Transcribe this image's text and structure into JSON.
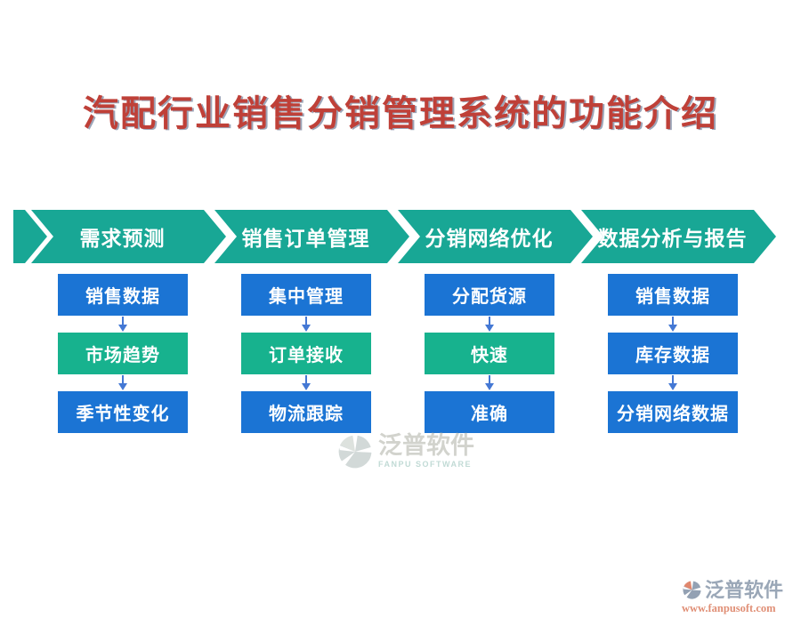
{
  "title": "汽配行业销售分销管理系统的功能介绍",
  "columns": [
    {
      "header": "需求预测",
      "steps": [
        {
          "label": "销售数据",
          "color": "blue"
        },
        {
          "label": "市场趋势",
          "color": "teal"
        },
        {
          "label": "季节性变化",
          "color": "blue"
        }
      ]
    },
    {
      "header": "销售订单管理",
      "steps": [
        {
          "label": "集中管理",
          "color": "blue"
        },
        {
          "label": "订单接收",
          "color": "teal"
        },
        {
          "label": "物流跟踪",
          "color": "blue"
        }
      ]
    },
    {
      "header": "分销网络优化",
      "steps": [
        {
          "label": "分配货源",
          "color": "blue"
        },
        {
          "label": "快速",
          "color": "teal"
        },
        {
          "label": "准确",
          "color": "blue"
        }
      ]
    },
    {
      "header": "数据分析与报告",
      "steps": [
        {
          "label": "销售数据",
          "color": "blue"
        },
        {
          "label": "库存数据",
          "color": "blue"
        },
        {
          "label": "分销网络数据",
          "color": "blue"
        }
      ]
    }
  ],
  "watermark": {
    "brand": "泛普软件",
    "caption": "FANPU SOFTWARE"
  },
  "footer": {
    "brand": "泛普软件",
    "url": "www.fanpusoft.com"
  },
  "colors": {
    "title_red": "#bf4038",
    "ribbon_teal": "#18a795",
    "box_teal": "#17b28e",
    "box_blue": "#1b74d4",
    "arrow_blue": "#4478d4",
    "footer_grey": "#9aa7b7",
    "footer_salmon": "#e08f76"
  }
}
